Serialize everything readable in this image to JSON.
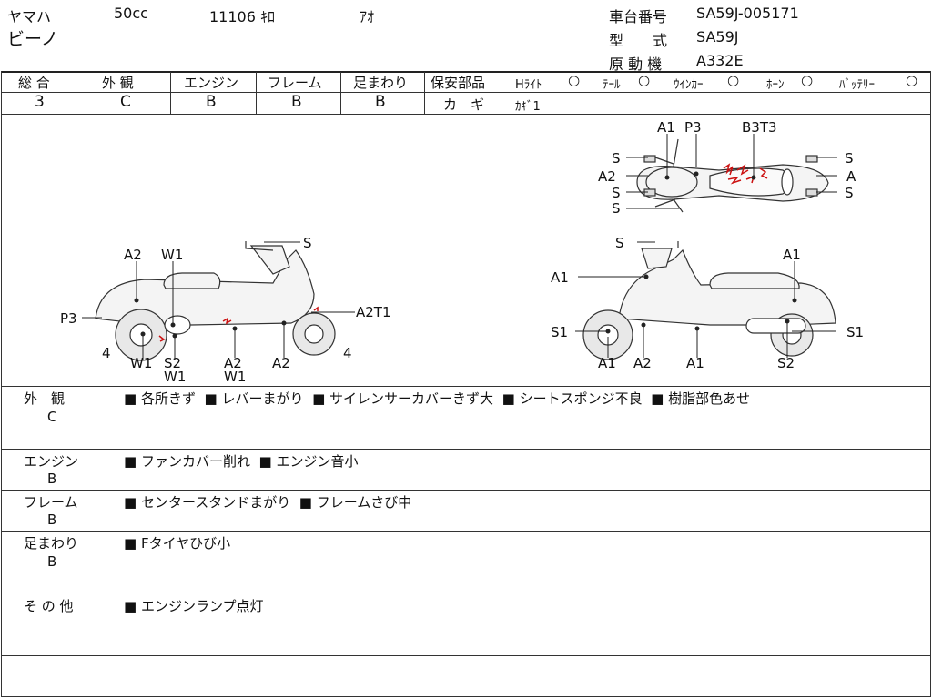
{
  "header": {
    "maker": "ヤマハ",
    "cc": "50cc",
    "mileage": "11106 ｷﾛ",
    "color": "ｱｵ",
    "model_name": "ビーノ",
    "chassis_label": "車台番号",
    "chassis_value": "SA59J-005171",
    "type_label": "型　　式",
    "type_value": "SA59J",
    "engine_label": "原 動 機",
    "engine_value": "A332E"
  },
  "grades": {
    "headers": [
      "総 合",
      "外 観",
      "エンジン",
      "フレーム",
      "足まわり"
    ],
    "values": [
      "3",
      "C",
      "B",
      "B",
      "B"
    ]
  },
  "safety": {
    "title": "保安部品",
    "items": [
      {
        "label": "Hﾗｲﾄ",
        "mark": "○"
      },
      {
        "label": "ﾃｰﾙ",
        "mark": "○"
      },
      {
        "label": "ｳｲﾝｶｰ",
        "mark": "○"
      },
      {
        "label": "ﾎｰﾝ",
        "mark": "○"
      },
      {
        "label": "ﾊﾞｯﾃﾘｰ",
        "mark": "○"
      }
    ],
    "key_label": "カ　ギ",
    "key_value": "ｶｷﾞ1"
  },
  "diagram": {
    "top": [
      "A1",
      "P3",
      "B3T3",
      "S",
      "S",
      "A2",
      "A",
      "S",
      "S",
      "S"
    ],
    "left": [
      "S",
      "A2",
      "W1",
      "P3",
      "A2T1",
      "4",
      "4",
      "W1",
      "S2",
      "W1",
      "A2",
      "W1",
      "A2"
    ],
    "right": [
      "S",
      "A1",
      "A1",
      "S1",
      "S1",
      "A1",
      "A2",
      "A1",
      "S2"
    ]
  },
  "remarks": [
    {
      "category": "外　観",
      "grade": "C",
      "items": [
        "各所きず",
        "レバーまがり",
        "サイレンサーカバーきず大",
        "シートスポンジ不良",
        "樹脂部色あせ"
      ]
    },
    {
      "category": "エンジン",
      "grade": "B",
      "items": [
        "ファンカバー削れ",
        "エンジン音小"
      ]
    },
    {
      "category": "フレーム",
      "grade": "B",
      "items": [
        "センタースタンドまがり",
        "フレームさび中"
      ]
    },
    {
      "category": "足まわり",
      "grade": "B",
      "items": [
        "Fタイヤひび小"
      ]
    },
    {
      "category": "そ の 他",
      "grade": "",
      "items": [
        "エンジンランプ点灯"
      ]
    }
  ],
  "colors": {
    "line": "#333333",
    "damage": "#cc1111",
    "bike_fill": "#f4f4f4"
  }
}
